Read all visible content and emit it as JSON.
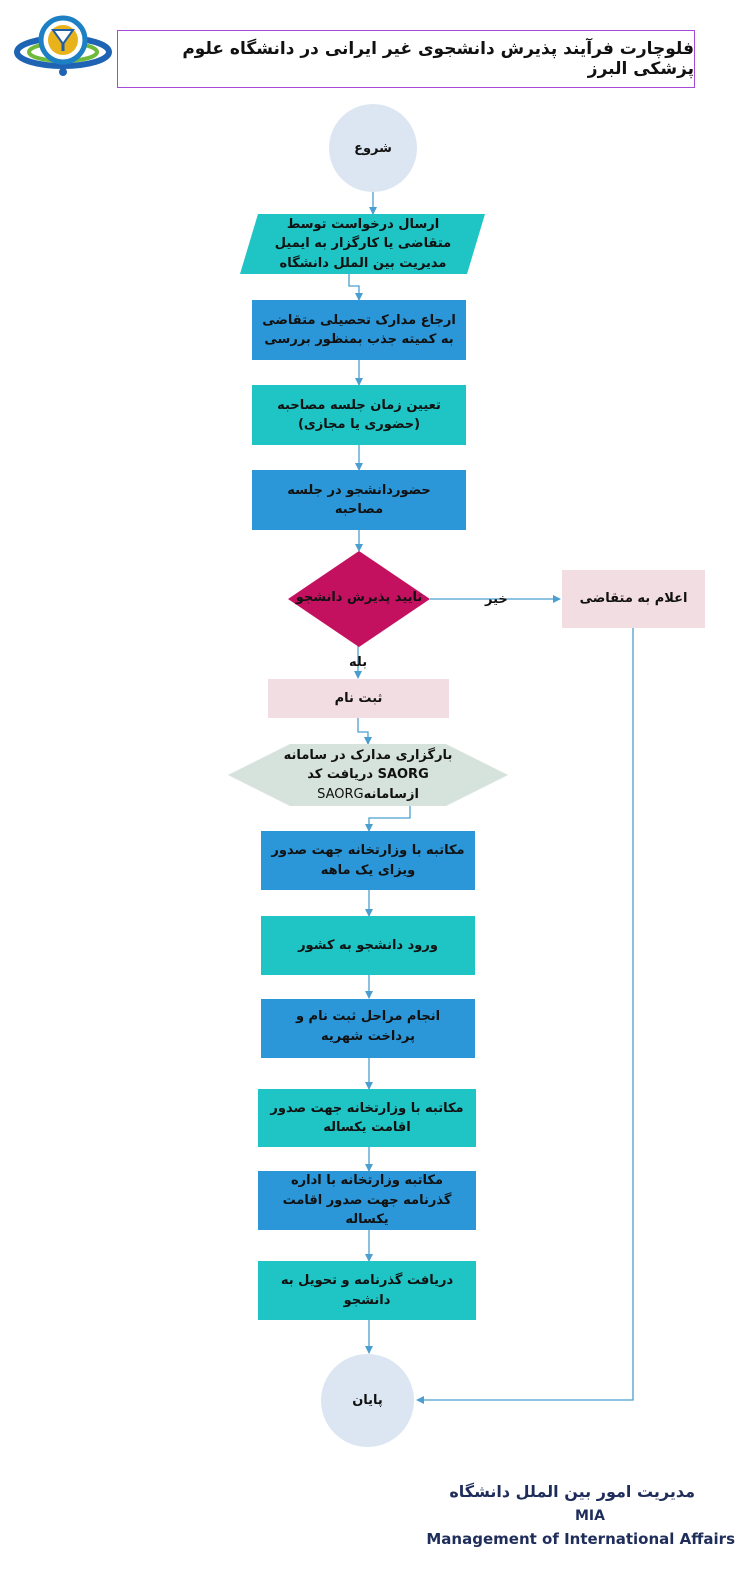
{
  "title": "فلوچارت فرآیند پذیرش دانشجوی غیر ایرانی در دانشگاه علوم پزشکی البرز",
  "nodes": {
    "start": "شروع",
    "request": "ارسال درخواست توسط متقاضی یا کارگزار به ایمیل مدیریت بین الملل دانشگاه",
    "refer": "ارجاع مدارک تحصیلی متقاضی به کمیته جذب بمنظور بررسی",
    "schedule_line1": "تعیین زمان جلسه مصاحبه",
    "schedule_line2": "(حضوری یا مجازی)",
    "attend": "حضوردانشجو در جلسه مصاحبه",
    "decision": "تایید پذیرش دانشجو",
    "no_label": "خیر",
    "yes_label": "بله",
    "notify": "اعلام به متقاضی",
    "register": "ثبت نام",
    "upload_line1": "بارگزاری مدارک در سامانه",
    "upload_line2_bold": "SAORG دریافت کد ازسامانه",
    "upload_line2_tail": "SAORG",
    "visa": "مکاتبه با وزارتخانه جهت صدور ویزای یک ماهه",
    "entry": "ورود دانشجو به کشور",
    "tuition": "انجام مراحل ثبت نام و پرداخت شهریه",
    "residence": "مکاتبه با وزارتخانه جهت صدور اقامت یکساله",
    "passport_office": "مکاتبه وزارتخانه با اداره گذرنامه جهت صدور اقامت یکساله",
    "deliver": "دریافت گذرنامه و تحویل به دانشجو",
    "end": "پایان"
  },
  "footer": {
    "line1": "مدیریت امور بین الملل دانشگاه",
    "line2": "MIA",
    "line3": "Management of International Affairs"
  },
  "colors": {
    "blue": "#2b97d8",
    "teal": "#1fc4c4",
    "pink": "#f2dde3",
    "decision": "#c4115f",
    "connector": "#4a9fd0",
    "hexagon": "#d6e3dc",
    "circle": "#dce6f2"
  }
}
